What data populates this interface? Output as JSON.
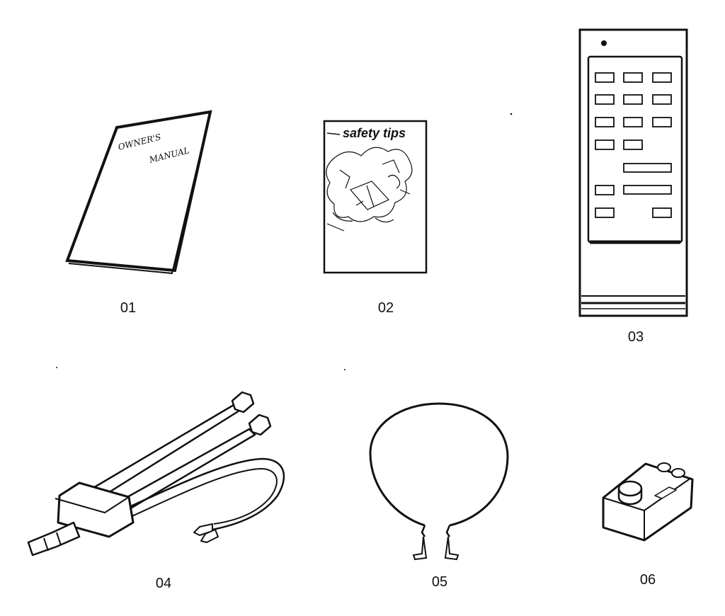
{
  "items": [
    {
      "number": "01",
      "icon": "owners-manual-icon",
      "cover_text": [
        "OWNER'S",
        "MANUAL"
      ]
    },
    {
      "number": "02",
      "icon": "safety-tips-booklet-icon",
      "cover_text": "safety tips"
    },
    {
      "number": "03",
      "icon": "remote-control-icon"
    },
    {
      "number": "04",
      "icon": "fm-antenna-icon"
    },
    {
      "number": "05",
      "icon": "loop-antenna-icon"
    },
    {
      "number": "06",
      "icon": "antenna-adapter-icon"
    }
  ],
  "colors": {
    "ink": "#111111",
    "paper": "#ffffff"
  }
}
